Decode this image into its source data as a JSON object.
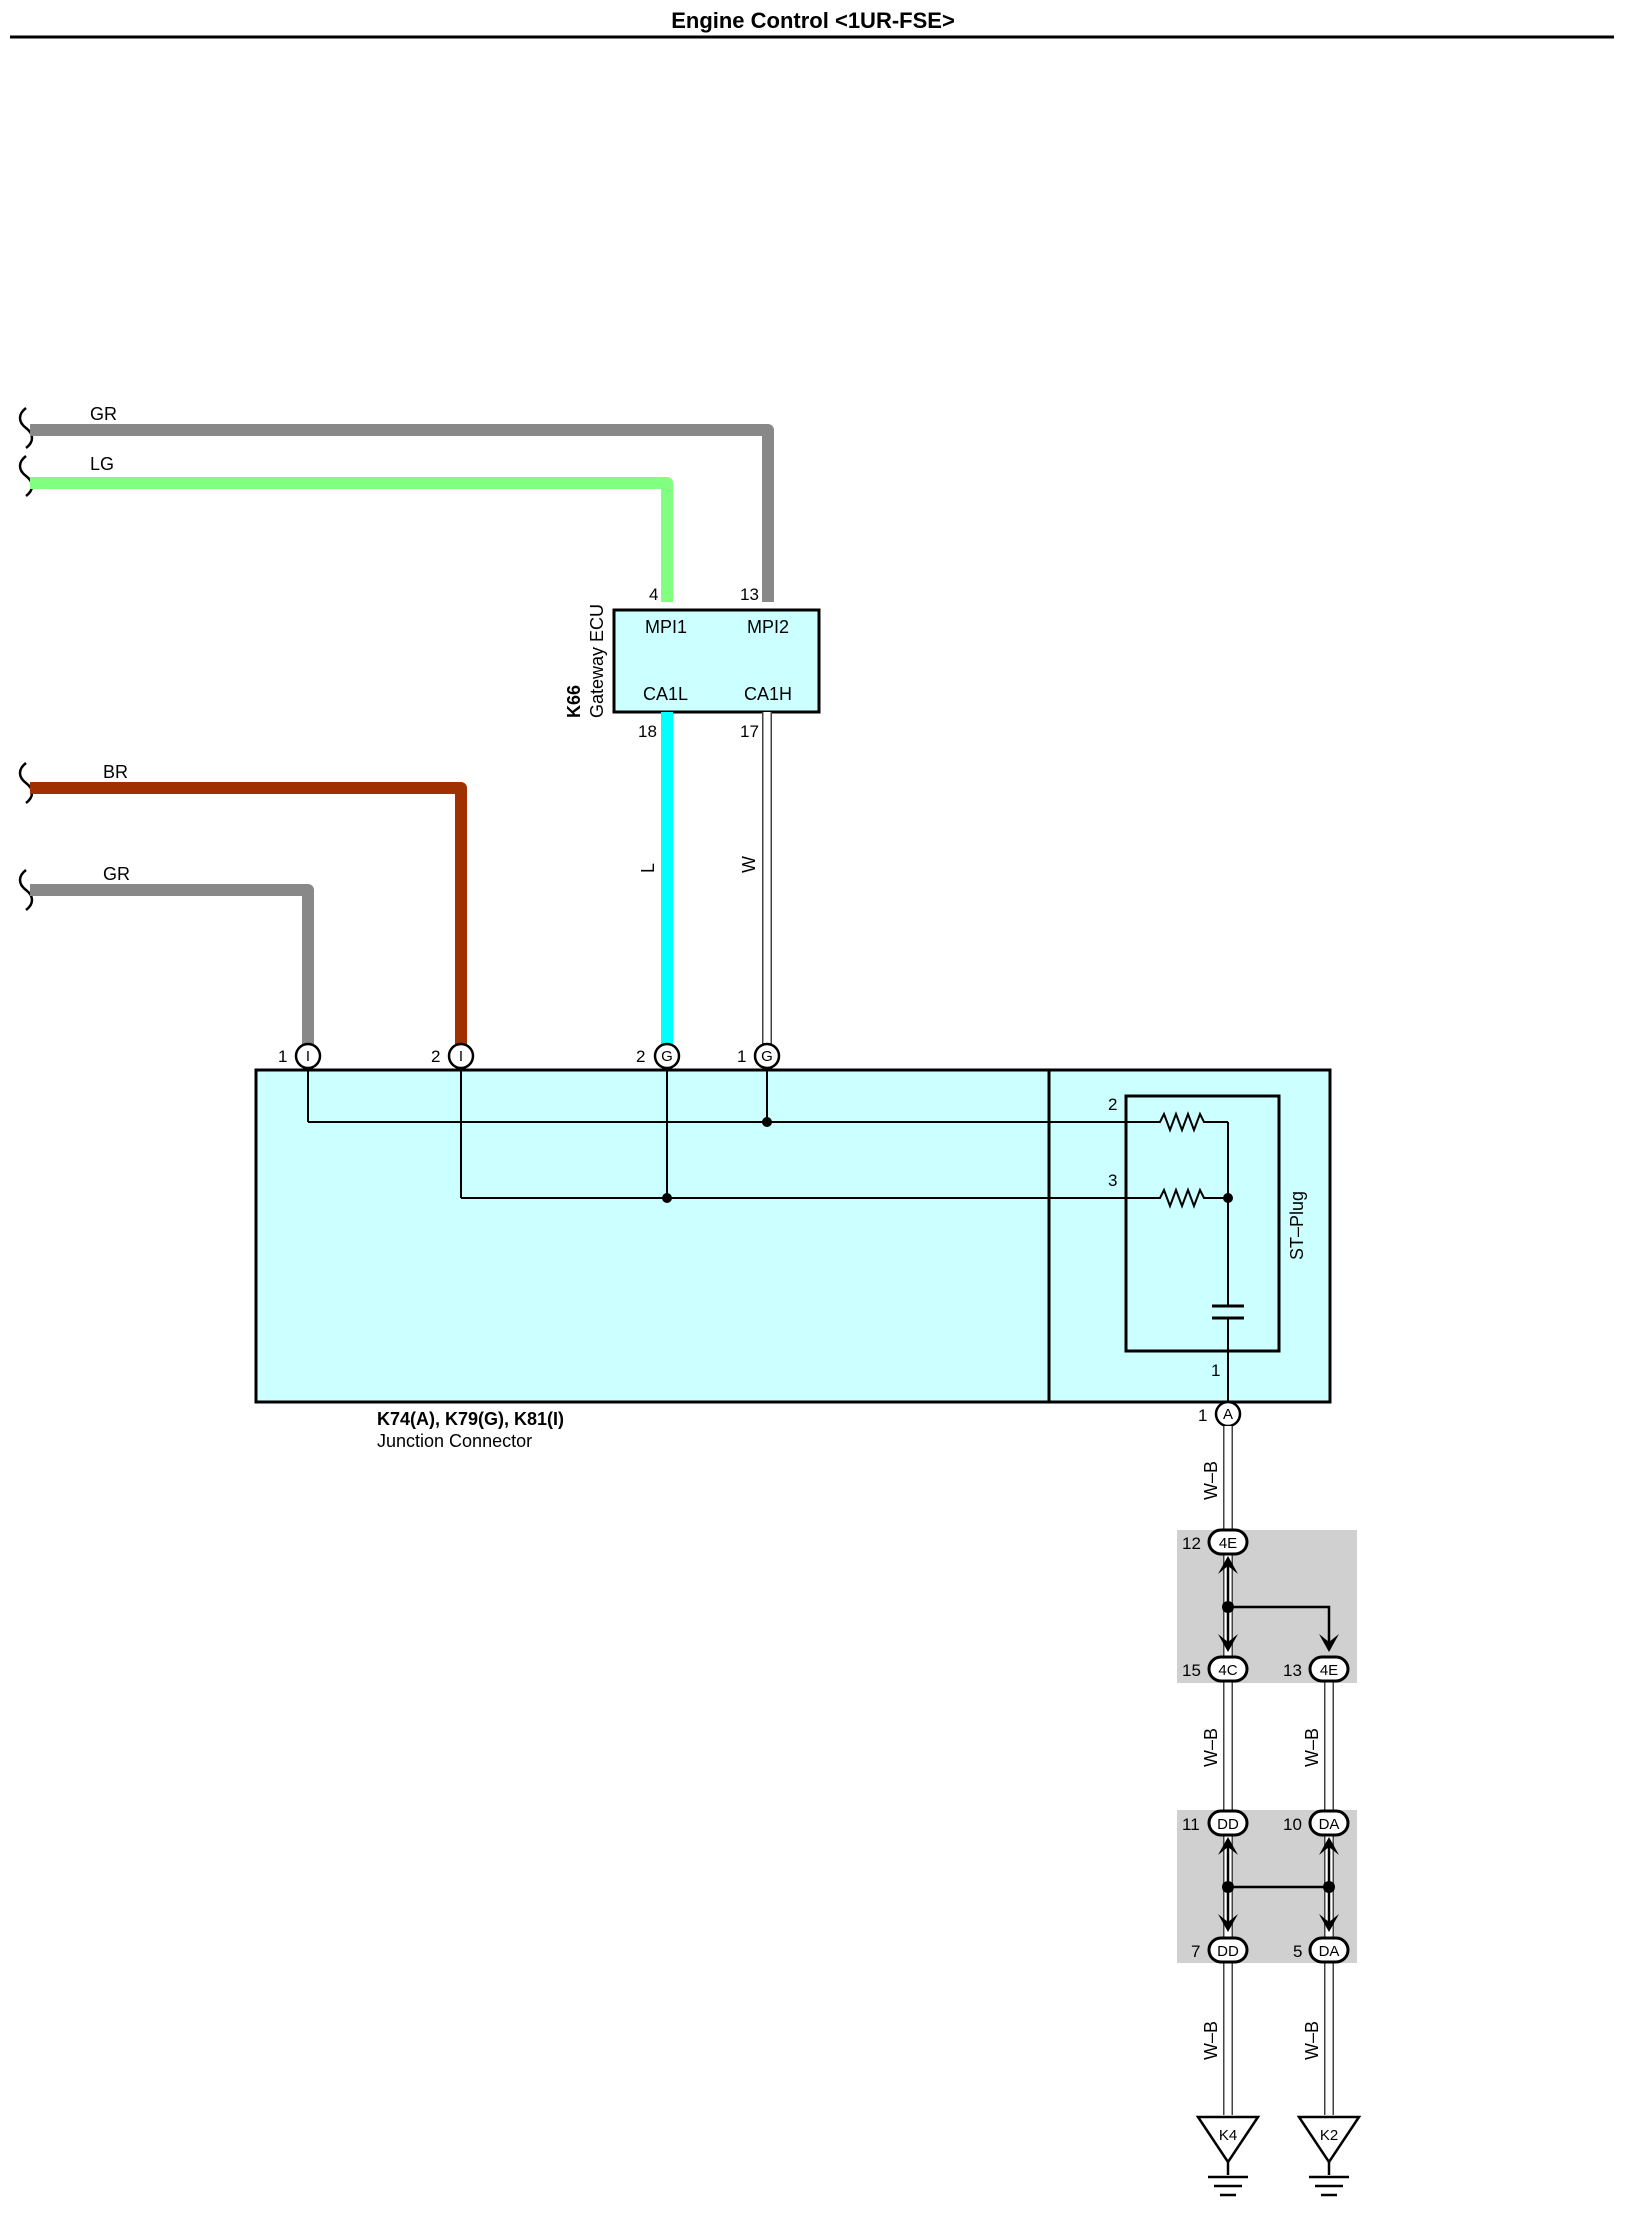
{
  "title": "Engine Control <1UR-FSE>",
  "wire_colors": {
    "GR": "#888888",
    "LG": "#80ff80",
    "BR": "#a03000",
    "L": "#00ffff",
    "W": "#ffffff",
    "W-B": "#ffffff"
  },
  "fill_colors": {
    "component": "#ccffff",
    "joint_region": "#d0d0d0"
  },
  "wires": {
    "gr_top": "GR",
    "lg": "LG",
    "br": "BR",
    "gr_bottom": "GR",
    "l": "L",
    "w": "W",
    "wb": "W–B"
  },
  "gateway_ecu": {
    "code": "K66",
    "name": "Gateway ECU",
    "pins": {
      "mpi1": {
        "num": "4",
        "name": "MPI1"
      },
      "mpi2": {
        "num": "13",
        "name": "MPI2"
      },
      "ca1l": {
        "num": "18",
        "name": "CA1L"
      },
      "ca1h": {
        "num": "17",
        "name": "CA1H"
      }
    }
  },
  "junction_connector": {
    "code": "K74(A), K79(G), K81(I)",
    "name": "Junction Connector",
    "top_pins": [
      {
        "num": "1",
        "conn": "I"
      },
      {
        "num": "2",
        "conn": "I"
      },
      {
        "num": "2",
        "conn": "G"
      },
      {
        "num": "1",
        "conn": "G"
      }
    ],
    "bottom_pin": {
      "num": "1",
      "conn": "A"
    },
    "st_plug": {
      "name": "ST–Plug",
      "pin_2": "2",
      "pin_3": "3",
      "pin_1": "1"
    }
  },
  "joints": [
    {
      "num": "12",
      "conn": "4E"
    },
    {
      "num": "15",
      "conn": "4C"
    },
    {
      "num": "13",
      "conn": "4E"
    },
    {
      "num": "11",
      "conn": "DD"
    },
    {
      "num": "10",
      "conn": "DA"
    },
    {
      "num": "7",
      "conn": "DD"
    },
    {
      "num": "5",
      "conn": "DA"
    }
  ],
  "grounds": [
    "K4",
    "K2"
  ],
  "icons": {
    "wire_break": "wire-break-icon",
    "connector_pin": "connector-pin-icon",
    "resistor": "resistor-icon",
    "capacitor": "capacitor-icon",
    "splice": "splice-dot-icon",
    "ground": "ground-icon"
  }
}
